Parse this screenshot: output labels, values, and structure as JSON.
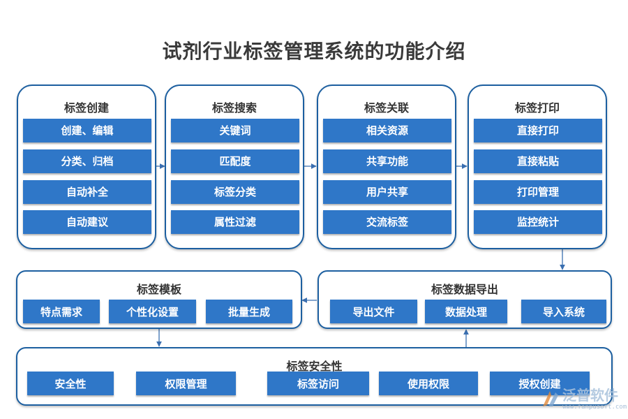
{
  "title": "试剂行业标签管理系统的功能介绍",
  "colors": {
    "border": "#1c5fa0",
    "item_fill": "#2f77c8",
    "arrow": "#3a6fb0",
    "title": "#3a3a3a"
  },
  "top_cards": [
    {
      "title": "标签创建",
      "items": [
        "创建、编辑",
        "分类、归档",
        "自动补全",
        "自动建议"
      ]
    },
    {
      "title": "标签搜索",
      "items": [
        "关键词",
        "匹配度",
        "标签分类",
        "属性过滤"
      ]
    },
    {
      "title": "标签关联",
      "items": [
        "相关资源",
        "共享功能",
        "用户共享",
        "交流标签"
      ]
    },
    {
      "title": "标签打印",
      "items": [
        "直接打印",
        "直接粘贴",
        "打印管理",
        "监控统计"
      ]
    }
  ],
  "template_card": {
    "title": "标签模板",
    "items": [
      "特点需求",
      "个性化设置",
      "批量生成"
    ]
  },
  "export_card": {
    "title": "标签数据导出",
    "items": [
      "导出文件",
      "数据处理",
      "导入系统"
    ]
  },
  "security_card": {
    "title": "标签安全性",
    "items": [
      "安全性",
      "权限管理",
      "标签访问",
      "使用权限",
      "授权创建"
    ]
  },
  "watermark": {
    "text": "泛普软件",
    "url": "www.fanpusoft.com"
  }
}
